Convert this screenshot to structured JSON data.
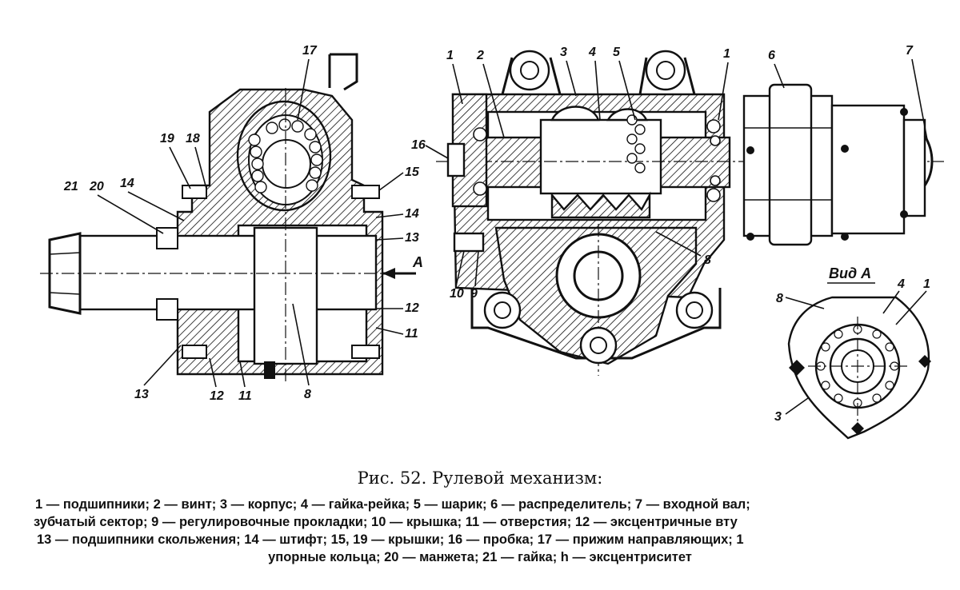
{
  "caption": {
    "title": "Рис. 52. Рулевой механизм:",
    "legend_lines": [
      "1 — подшипники; 2 — винт; 3 — корпус; 4 — гайка-рейка; 5 — шарик; 6 — распределитель; 7 — входной вал;",
      "зубчатый сектор; 9 — регулировочные прокладки; 10 — крышка; 11 — отверстия; 12 — эксцентричные вту",
      "13 — подшипники скольжения; 14 — штифт; 15, 19 — крышки; 16 — пробка; 17 — прижим направляющих; 1",
      "упорные кольца; 20 — манжета; 21 — гайка; h — эксцентриситет"
    ]
  },
  "left_view": {
    "labels": [
      "17",
      "19",
      "18",
      "15",
      "21",
      "20",
      "14",
      "14",
      "13",
      "A",
      "12",
      "11",
      "13",
      "12",
      "11",
      "8"
    ]
  },
  "right_view": {
    "labels": [
      "1",
      "2",
      "3",
      "4",
      "5",
      "1",
      "6",
      "7",
      "16",
      "8",
      "10",
      "9"
    ]
  },
  "view_a": {
    "title": "Вид А",
    "labels": [
      "8",
      "4",
      "1",
      "3"
    ]
  }
}
